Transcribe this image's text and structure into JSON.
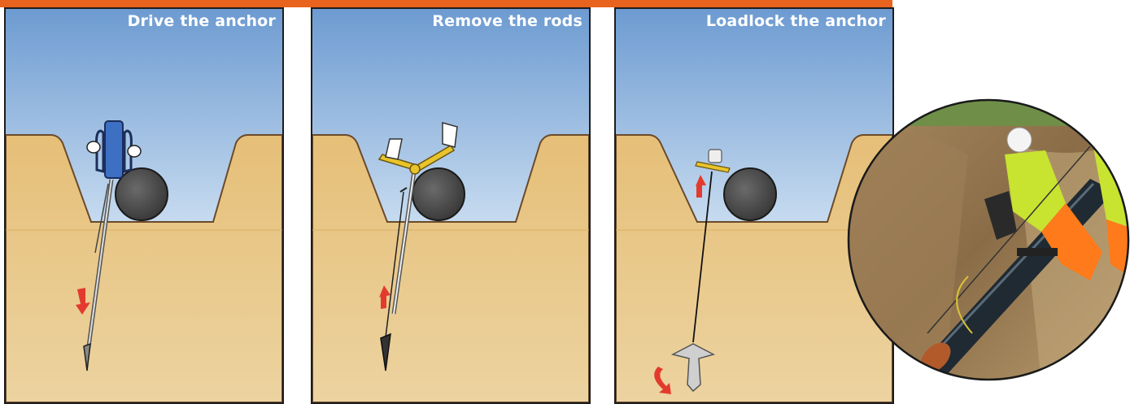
{
  "steps": [
    {
      "title": "Drive the anchor"
    },
    {
      "title": "Remove the rods"
    },
    {
      "title": "Loadlock the anchor"
    }
  ],
  "colors": {
    "accent_bar": "#e8641e",
    "sky_top": "#6d9bd1",
    "sky_bottom": "#ffffff",
    "soil": "#e9c37d",
    "pipe": "#4b4b4b",
    "arrow": "#e23b2e",
    "tool_blue": "#3d6fc2",
    "tool_yellow": "#e8c42b"
  }
}
